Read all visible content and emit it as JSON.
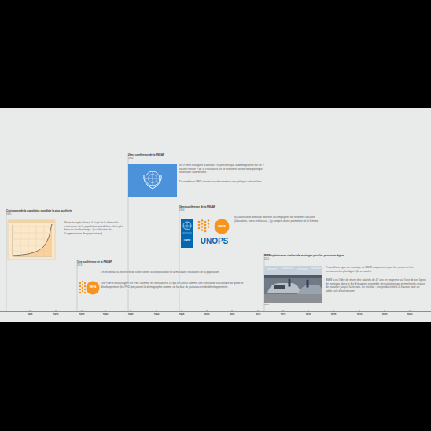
{
  "diagram": {
    "nodes": [
      {
        "text": [
          "Croissance de la population mondiale la plus accélérée",
          "1965",
          "Selon les spécialistes, il s'agit de la date où la croissance de la population mondiale a été la plus forte de tout les temps. (accélération de l'augmentation des populations)."
        ]
      },
      {
        "text": [
          "1ère conférence de la FNUAP",
          "1974",
          "On reconnaît la nécessité de lutter contre la surpopulation et la mauvaise éducation de la population.",
          "Les PDEM encouragent les PED à limiter les naissances, ce qui est perçu comme une contrainte susceptible de gêner le développement (les PED perçoivent la démographie comme un facteur de puissance et de développement)."
        ]
      },
      {
        "text": [
          "2ème conférence de la FNUAP",
          "1984",
          "les PDEM changent d'attitude : ils pensent que la démographie est un « facteur neutre » de la croissance, et se montrent hostile toute politique favorisant l'avortement.",
          "De nombreux PED suivent paradoxalement une politique antinataliste."
        ]
      },
      {
        "text": [
          "3ème conférence de la FNUAP",
          "1994",
          "la planification familiale doit être accompagnée de réformes sociales (éducation, soins médicaux,...) y compris d'une promotion de la femme."
        ]
      },
      {
        "text": [
          "BMW optimise ses chaînes de montages pour les personnes âgées",
          "2011",
          "Projet d'une ligne de montage de BMW uniquement pour les seniors et les personnes les plus âgés. Ça a marché.",
          "BMW a eu l'idée de réunir des salariés de 47 ans en moyenne sur l'une de ses lignes de montage, dans le but d'imaginer ensemble des solutions qui permettent à chacun de travailler jusqu'à la retraite. Le résultat : une productivité à la hausse pour un faible coût d'investissem"
        ]
      }
    ],
    "labels": [
      "UNFPA",
      "UNDP",
      "UNFPA",
      "UNOPS",
      "more",
      "1965",
      "1970",
      "1975",
      "1980",
      "1985",
      "1990",
      "1995",
      "2000",
      "2005",
      "2010",
      "2015",
      "2020",
      "2025",
      "2030",
      "2035",
      "2040"
    ]
  }
}
